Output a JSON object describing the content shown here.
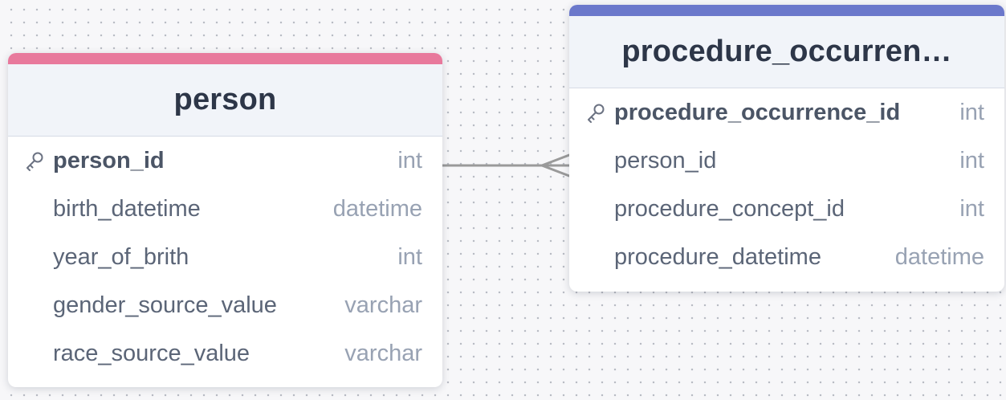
{
  "colors": {
    "person_accent": "#e8799c",
    "procedure_accent": "#6b78cb",
    "connector": "#9a9a9a"
  },
  "person": {
    "title": "person",
    "columns": [
      {
        "name": "person_id",
        "type": "int",
        "primary_key": true
      },
      {
        "name": "birth_datetime",
        "type": "datetime",
        "primary_key": false
      },
      {
        "name": "year_of_brith",
        "type": "int",
        "primary_key": false
      },
      {
        "name": "gender_source_value",
        "type": "varchar",
        "primary_key": false
      },
      {
        "name": "race_source_value",
        "type": "varchar",
        "primary_key": false
      }
    ]
  },
  "procedure_occurrence": {
    "title": "procedure_occurren…",
    "columns": [
      {
        "name": "procedure_occurrence_id",
        "type": "int",
        "primary_key": true
      },
      {
        "name": "person_id",
        "type": "int",
        "primary_key": false
      },
      {
        "name": "procedure_concept_id",
        "type": "int",
        "primary_key": false
      },
      {
        "name": "procedure_datetime",
        "type": "datetime",
        "primary_key": false
      }
    ]
  },
  "relationship": {
    "from": "person.person_id",
    "to": "procedure_occurrence.person_id",
    "cardinality": "one-to-many",
    "key_icon": "key-icon"
  }
}
